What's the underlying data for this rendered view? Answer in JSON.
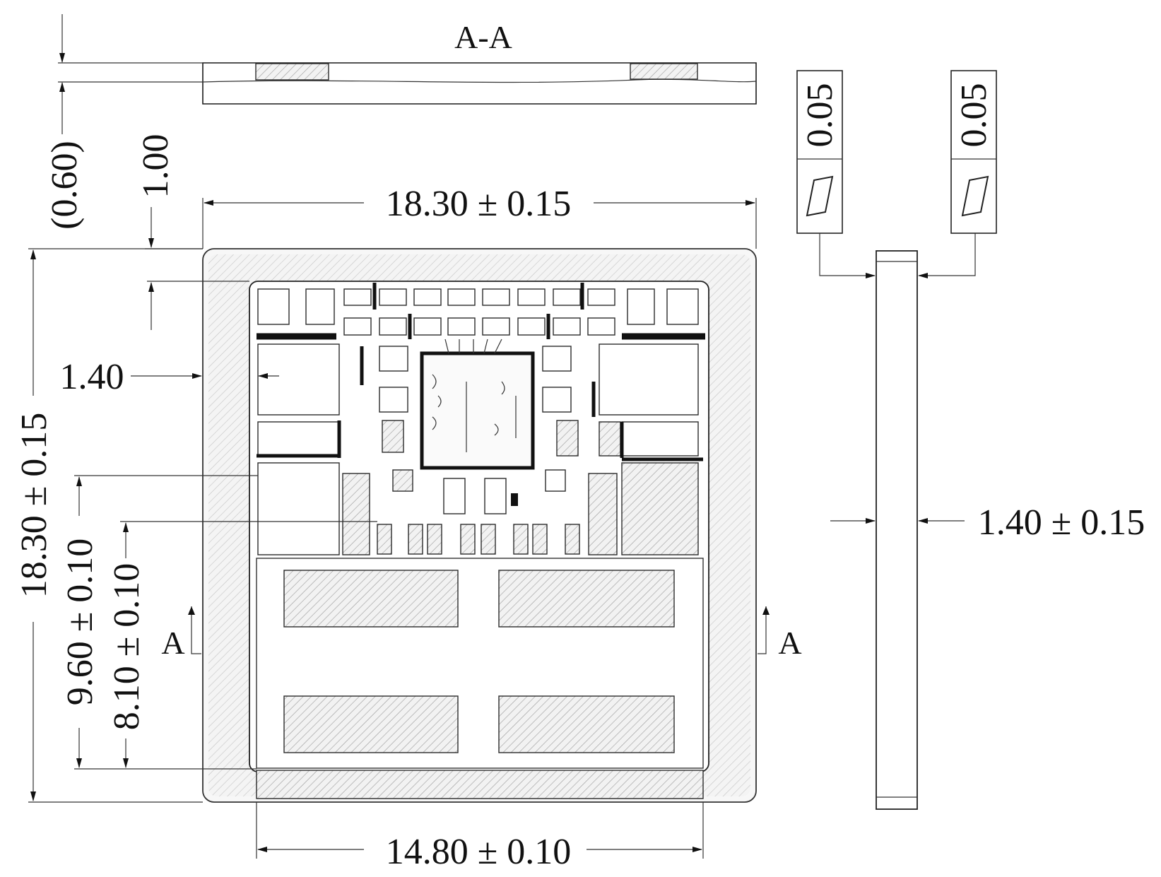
{
  "section": {
    "title": "A-A",
    "marker": "A"
  },
  "dimensions": {
    "top_width": "18.30 ± 0.15",
    "bottom_width": "14.80 ± 0.10",
    "left_height": "18.30 ± 0.15",
    "inner_height_1": "9.60 ± 0.10",
    "inner_height_2": "8.10 ± 0.10",
    "edge_offset": "1.40",
    "top_offset": "1.00",
    "section_thickness": "(0.60)",
    "side_thickness": "1.40 ± 0.15"
  },
  "tolerances": {
    "flatness_left": "0.05",
    "flatness_right": "0.05"
  }
}
